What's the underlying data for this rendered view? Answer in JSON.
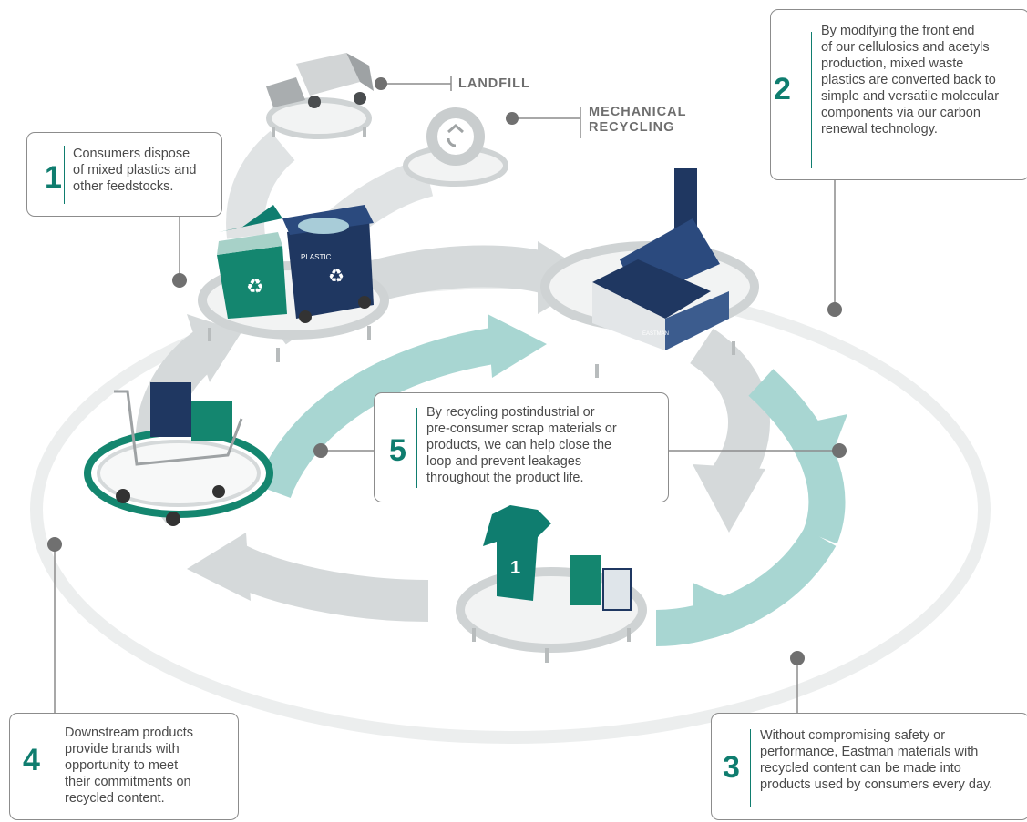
{
  "colors": {
    "teal": "#0f7d6f",
    "teal_light": "#9fd3cf",
    "grey_arrow": "#d3d7d8",
    "navy": "#1f3761",
    "text": "#4a4a4a",
    "border": "#8c8c8c"
  },
  "labels": {
    "landfill": "LANDFILL",
    "mechanical": "MECHANICAL\nRECYCLING"
  },
  "callouts": {
    "c1": {
      "number": "1",
      "text": "Consumers dispose\nof mixed plastics and\nother feedstocks."
    },
    "c2": {
      "number": "2",
      "text": "By modifying the front end\nof our cellulosics and acetyls\nproduction, mixed waste\nplastics are converted back to\nsimple and versatile molecular\ncomponents via our carbon\nrenewal technology."
    },
    "c3": {
      "number": "3",
      "text": "Without compromising safety or\nperformance, Eastman materials with\nrecycled content can be made into\nproducts used by consumers every day."
    },
    "c4": {
      "number": "4",
      "text": "Downstream products\nprovide brands with\nopportunity to meet\ntheir commitments on\nrecycled content."
    },
    "c5": {
      "number": "5",
      "text": "By recycling postindustrial or\npre-consumer scrap materials or\nproducts, we can help close the\nloop and prevent leakages\nthroughout the product life."
    }
  },
  "icons": {
    "plastic_bin_label": "PLASTIC",
    "factory_sign": "EASTMAN",
    "tshirt_number": "1"
  }
}
